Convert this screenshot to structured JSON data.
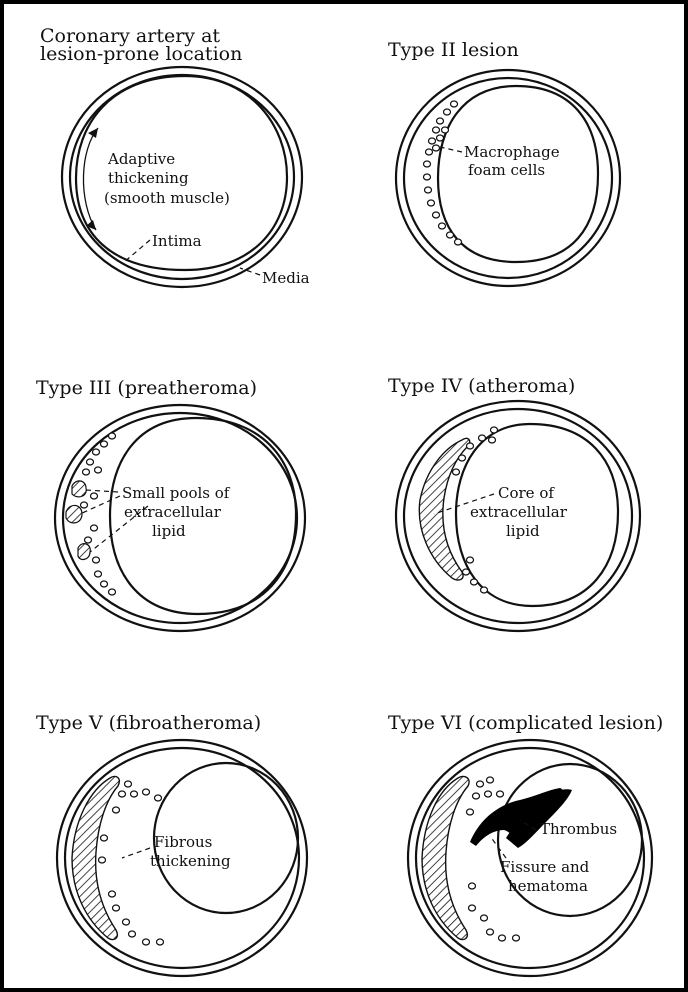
{
  "panels": {
    "p1": {
      "title_line1": "Coronary artery at",
      "title_line2": "lesion-prone location",
      "label_adaptive_1": "Adaptive",
      "label_adaptive_2": "thickening",
      "label_adaptive_3": "(smooth muscle)",
      "label_intima": "Intima",
      "label_media": "Media"
    },
    "p2": {
      "title": "Type II lesion",
      "label_1": "Macrophage",
      "label_2": "foam cells"
    },
    "p3": {
      "title": "Type III (preatheroma)",
      "label_1": "Small pools of",
      "label_2": "extracellular",
      "label_3": "lipid"
    },
    "p4": {
      "title": "Type IV (atheroma)",
      "label_1": "Core of",
      "label_2": "extracellular",
      "label_3": "lipid"
    },
    "p5": {
      "title": "Type V (fibroatheroma)",
      "label_1": "Fibrous",
      "label_2": "thickening"
    },
    "p6": {
      "title": "Type VI (complicated lesion)",
      "label_thrombus": "Thrombus",
      "label_fissure_1": "Fissure and",
      "label_fissure_2": "hematoma"
    }
  }
}
